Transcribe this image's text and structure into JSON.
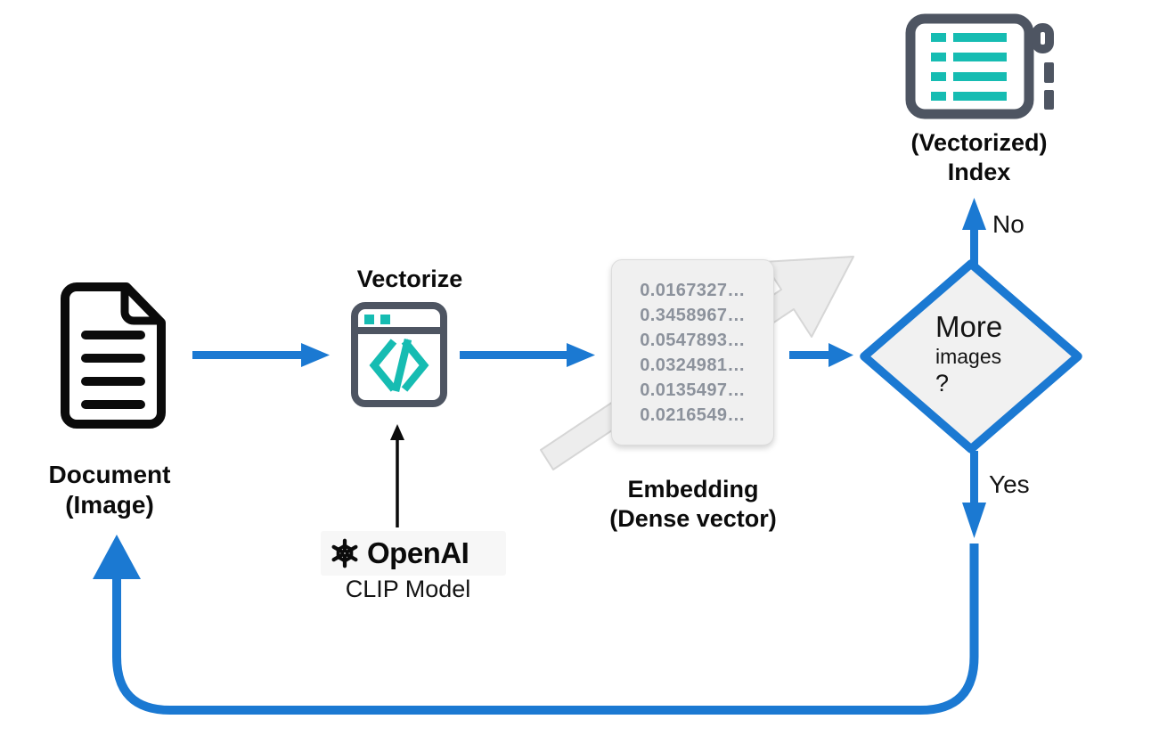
{
  "colors": {
    "arrow_blue": "#1b79d2",
    "teal": "#16bcb2",
    "slate": "#4e5562",
    "number_grey": "#8c929c",
    "box_fill": "#f0f0f0",
    "callout_grey": "#ededed"
  },
  "document": {
    "label_line1": "Document",
    "label_line2": "(Image)"
  },
  "vectorize": {
    "title": "Vectorize"
  },
  "model": {
    "brand": "OpenAI",
    "name": "CLIP Model"
  },
  "embedding": {
    "values": [
      "0.0167327…",
      "0.3458967…",
      "0.0547893…",
      "0.0324981…",
      "0.0135497…",
      "0.0216549…"
    ],
    "label_line1": "Embedding",
    "label_line2": "(Dense vector)"
  },
  "decision": {
    "line1": "More",
    "line2": "images",
    "line3": "?",
    "no_label": "No",
    "yes_label": "Yes"
  },
  "index": {
    "label_line1": "(Vectorized)",
    "label_line2": "Index"
  }
}
